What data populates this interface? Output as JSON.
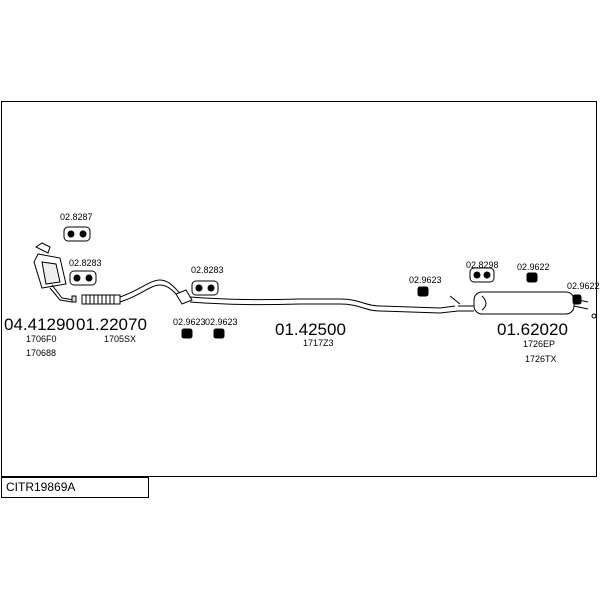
{
  "reference_code": "CITR19869A",
  "parts": [
    {
      "number": "04.41290",
      "codes": [
        "1706F0",
        "170688"
      ]
    },
    {
      "number": "01.22070",
      "codes": [
        "1705SX"
      ]
    },
    {
      "number": "01.42500",
      "codes": [
        "1717Z3"
      ]
    },
    {
      "number": "01.62020",
      "codes": [
        "1726EP",
        "1726TX"
      ]
    }
  ],
  "fittings": [
    {
      "label": "02.8287"
    },
    {
      "label": "02.8283"
    },
    {
      "label": "02.8283"
    },
    {
      "label": "02.9623"
    },
    {
      "label": "02.9623"
    },
    {
      "label": "02.9623"
    },
    {
      "label": "02.8298"
    },
    {
      "label": "02.9622"
    },
    {
      "label": "02.9622"
    }
  ]
}
